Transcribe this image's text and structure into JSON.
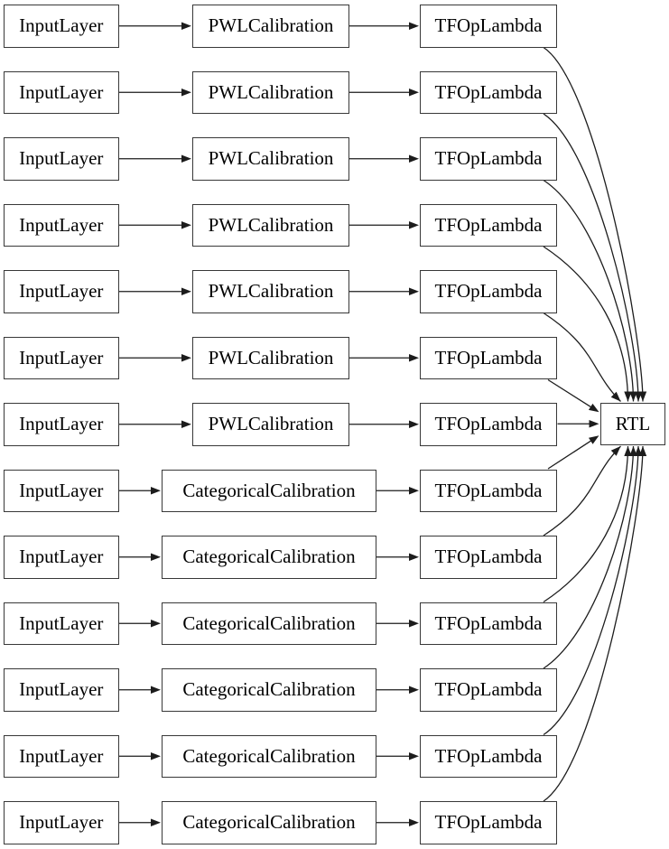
{
  "diagram": {
    "type": "model-graph",
    "output_node": {
      "label": "RTL"
    },
    "rows": [
      {
        "input": "InputLayer",
        "calibration": "PWLCalibration",
        "op": "TFOpLambda"
      },
      {
        "input": "InputLayer",
        "calibration": "PWLCalibration",
        "op": "TFOpLambda"
      },
      {
        "input": "InputLayer",
        "calibration": "PWLCalibration",
        "op": "TFOpLambda"
      },
      {
        "input": "InputLayer",
        "calibration": "PWLCalibration",
        "op": "TFOpLambda"
      },
      {
        "input": "InputLayer",
        "calibration": "PWLCalibration",
        "op": "TFOpLambda"
      },
      {
        "input": "InputLayer",
        "calibration": "PWLCalibration",
        "op": "TFOpLambda"
      },
      {
        "input": "InputLayer",
        "calibration": "PWLCalibration",
        "op": "TFOpLambda"
      },
      {
        "input": "InputLayer",
        "calibration": "CategoricalCalibration",
        "op": "TFOpLambda"
      },
      {
        "input": "InputLayer",
        "calibration": "CategoricalCalibration",
        "op": "TFOpLambda"
      },
      {
        "input": "InputLayer",
        "calibration": "CategoricalCalibration",
        "op": "TFOpLambda"
      },
      {
        "input": "InputLayer",
        "calibration": "CategoricalCalibration",
        "op": "TFOpLambda"
      },
      {
        "input": "InputLayer",
        "calibration": "CategoricalCalibration",
        "op": "TFOpLambda"
      },
      {
        "input": "InputLayer",
        "calibration": "CategoricalCalibration",
        "op": "TFOpLambda"
      }
    ],
    "colors": {
      "background": "#ffffff",
      "node_fill": "#ffffff",
      "node_border": "#383838",
      "edge": "#1c1c1c",
      "text": "#000000"
    }
  }
}
